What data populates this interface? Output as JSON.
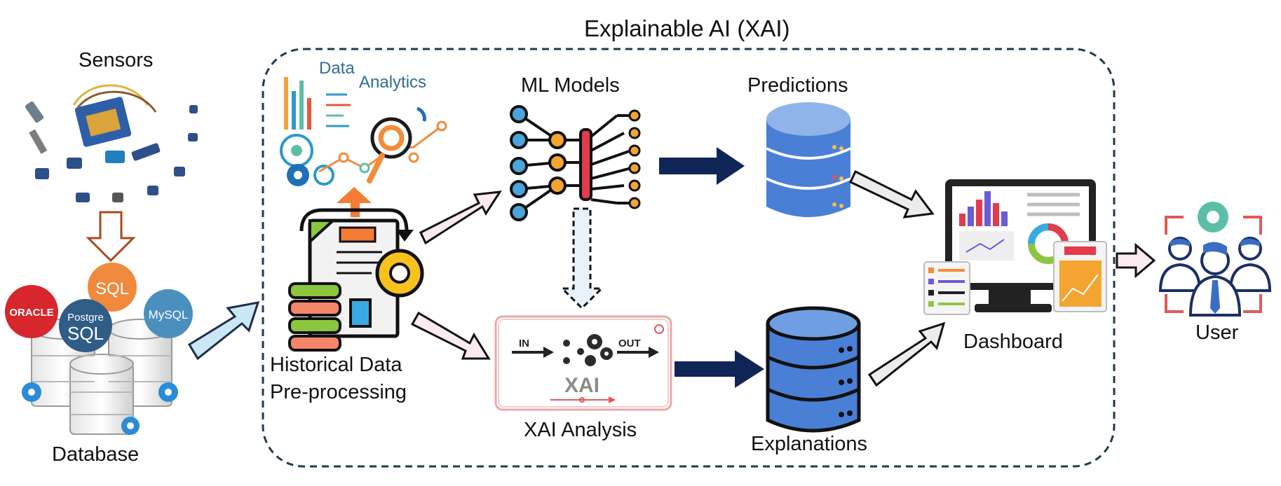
{
  "diagram": {
    "title": "Explainable AI (XAI)",
    "nodes": {
      "sensors": "Sensors",
      "database": "Database",
      "data_analytics": [
        "Data",
        "Analytics"
      ],
      "historical_data": [
        "Historical Data",
        "Pre-processing"
      ],
      "ml_models": "ML Models",
      "predictions": "Predictions",
      "xai_analysis": "XAI Analysis",
      "explanations": "Explanations",
      "dashboard": "Dashboard",
      "user": "User"
    },
    "xai_box": {
      "in_label": "IN",
      "out_label": "OUT",
      "logo": "XAI"
    },
    "db_logos": {
      "oracle": "ORACLE",
      "sql": "SQL",
      "postgre": "Postgre",
      "postgre_sql": "SQL",
      "mysql": "MySQL"
    },
    "colors": {
      "frame": "#1f3a4d",
      "dark_arrow": "#0f2557",
      "db_blue": "#4a7fd6",
      "accent_orange": "#f28c3a",
      "gear_teal": "#5bbfa6"
    }
  }
}
